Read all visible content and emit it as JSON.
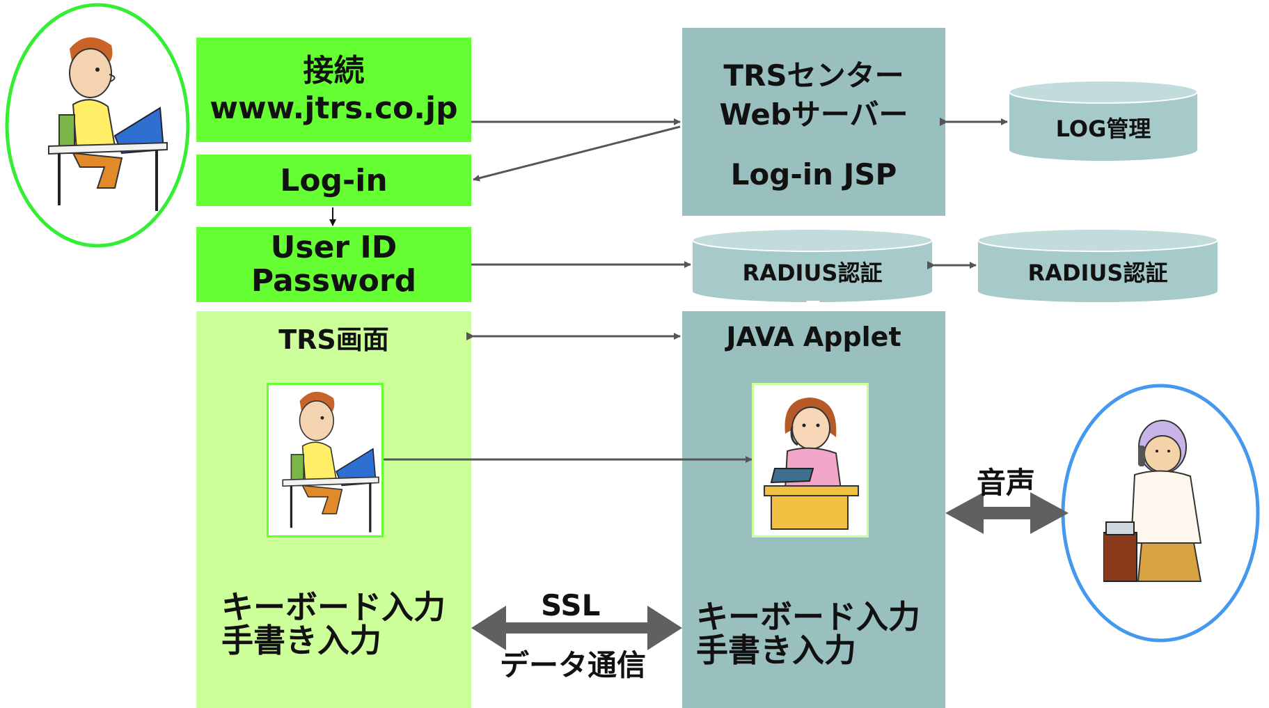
{
  "user_side": {
    "connect_label": "接続",
    "url": "www.jtrs.co.jp",
    "login_label": "Log-in",
    "userid_label": "User ID",
    "password_label": "Password",
    "screen_title": "TRS画面",
    "input_line1": "キーボード入力",
    "input_line2": "手書き入力"
  },
  "center_side": {
    "server_line1": "TRSセンター",
    "server_line2": "Webサーバー",
    "server_line3": "Log-in JSP",
    "log_db": "LOG管理",
    "radius_db1": "RADIUS認証",
    "radius_db2": "RADIUS認証",
    "applet_title": "JAVA Applet",
    "input_line1": "キーボード入力",
    "input_line2": "手書き入力"
  },
  "links": {
    "ssl_label": "SSL",
    "data_label": "データ通信",
    "voice_label": "音声"
  },
  "colors": {
    "green_box": "#66ff33",
    "light_green_panel": "#ccff99",
    "teal_box": "#99bfbf",
    "db_fill": "#a6c9c9",
    "green_circle": "#33ee33",
    "blue_circle": "#4499ee",
    "arrow": "#555555"
  }
}
